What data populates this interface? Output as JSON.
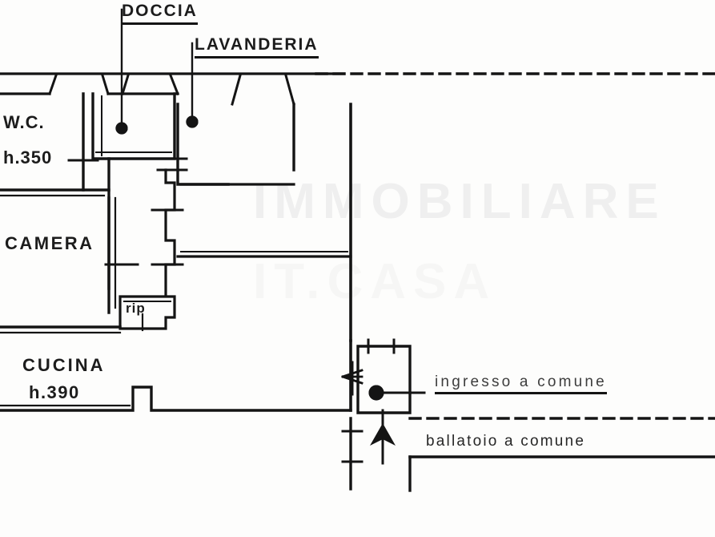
{
  "document": {
    "kind": "floor-plan-scan",
    "language": "it"
  },
  "labels": {
    "doccia": "DOCCIA",
    "lavanderia": "LAVANDERIA",
    "wc": "W.C.",
    "wc_height": "h.350",
    "camera": "CAMERA",
    "cucina": "CUCINA",
    "cucina_height": "h.390",
    "rip": "rip",
    "ingresso_a_comune": "ingresso a comune",
    "ballatoio_a_comune": "ballatoio a comune"
  },
  "watermark": {
    "line1": "IMMOBILIARE",
    "line2": "IT.CASA"
  },
  "colors": {
    "ink": "#141414",
    "paper": "#fdfdfc",
    "label_ink": "#1c1c1c",
    "faint_ink": "#3d3d3d",
    "watermark": "#7878801a"
  },
  "rooms": [
    {
      "name": "W.C.",
      "height_cm": "h.350"
    },
    {
      "name": "DOCCIA",
      "height_cm": ""
    },
    {
      "name": "LAVANDERIA",
      "height_cm": ""
    },
    {
      "name": "CAMERA",
      "height_cm": ""
    },
    {
      "name": "CUCINA",
      "height_cm": "h.390"
    },
    {
      "name": "rip",
      "height_cm": ""
    }
  ],
  "annotations": [
    {
      "text": "ingresso a comune",
      "kind": "leader-label"
    },
    {
      "text": "ballatoio a comune",
      "kind": "leader-label"
    }
  ]
}
